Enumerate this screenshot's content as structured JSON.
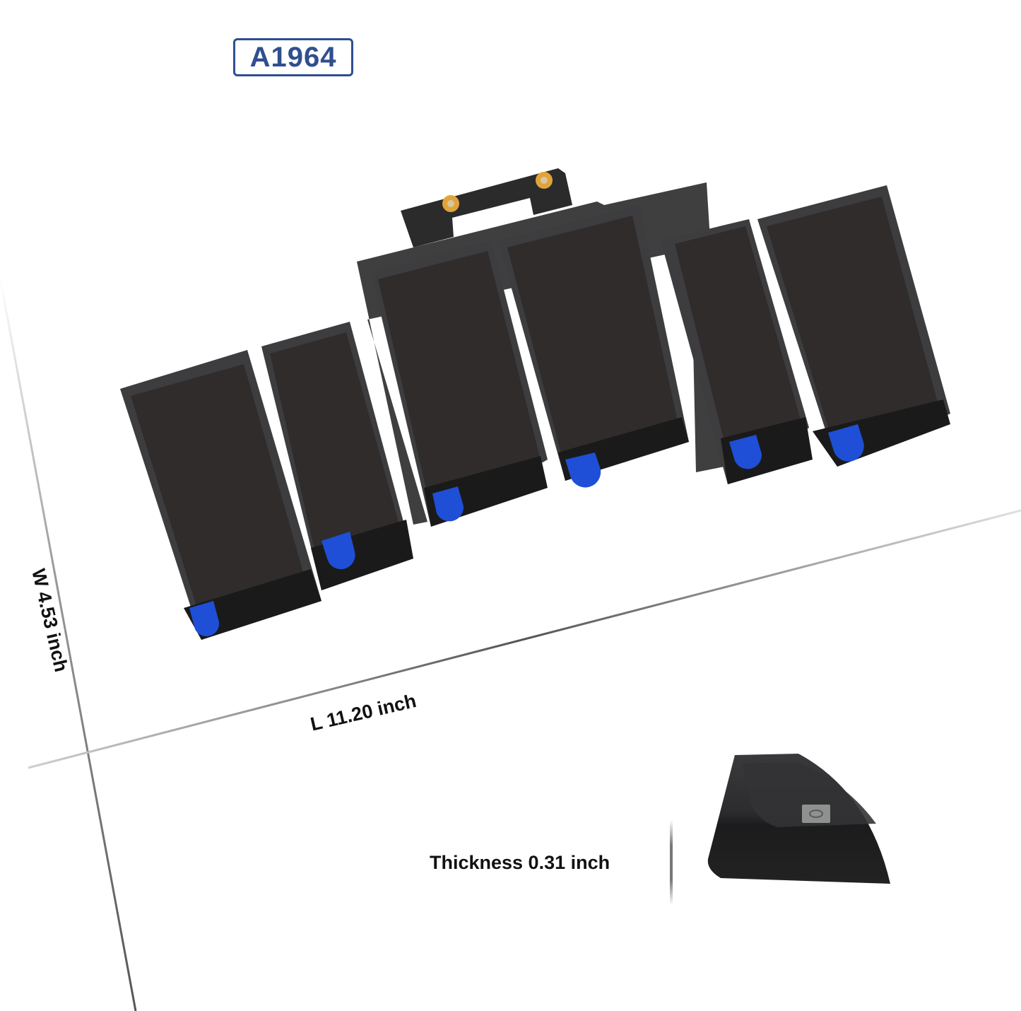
{
  "product": {
    "model": "A1964",
    "type": "laptop battery",
    "cell_count": 6,
    "connector_contacts": 2
  },
  "dimensions": {
    "width_label": "W 4.53 inch",
    "length_label": "L 11.20 inch",
    "thickness_label": "Thickness 0.31 inch"
  },
  "colors": {
    "badge": "#2f4f8f",
    "cell_body": "#2f2c2b",
    "cell_edge": "#3d3d3f",
    "pull_tab": "#1f4fd6",
    "contact": "#e0a43a",
    "dimension_line": "#8a8a8a"
  }
}
